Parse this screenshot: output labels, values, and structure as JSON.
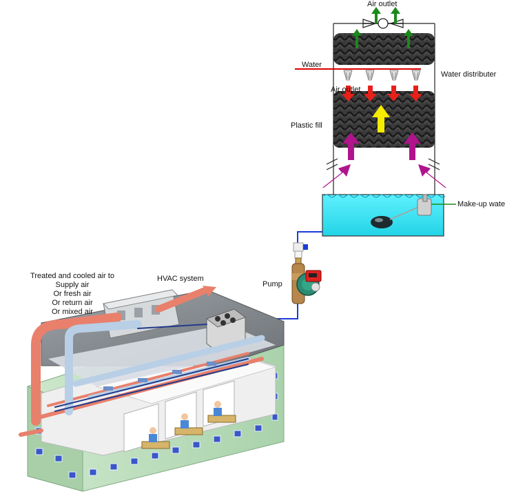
{
  "labels": {
    "air_outlet_top": "Air outlet",
    "water": "Water",
    "water_distributer": "Water distributer",
    "air_outlet_mid": "Air outlet",
    "plastic_fill": "Plastic fill",
    "makeup_water": "Make-up water",
    "pump": "Pump",
    "hvac_system": "HVAC system",
    "treated_lines": [
      "Treated and cooled air to",
      "Supply air",
      "Or fresh air",
      "Or return air",
      "Or mixed air"
    ]
  },
  "colors": {
    "water_basin": "#33e0f0",
    "fill_dark": "#2a2a2a",
    "pipe": "#1a3dd6",
    "water_line": "#e00000",
    "arrow_air_in": "#b0148c",
    "arrow_water": "#e8201a",
    "arrow_hot_air": "#f5ec00",
    "arrow_outlet": "#1a8a1a",
    "duct_supply": "#e8806c",
    "duct_return": "#b8cfe6",
    "building_wall": "#bfe0c0"
  }
}
